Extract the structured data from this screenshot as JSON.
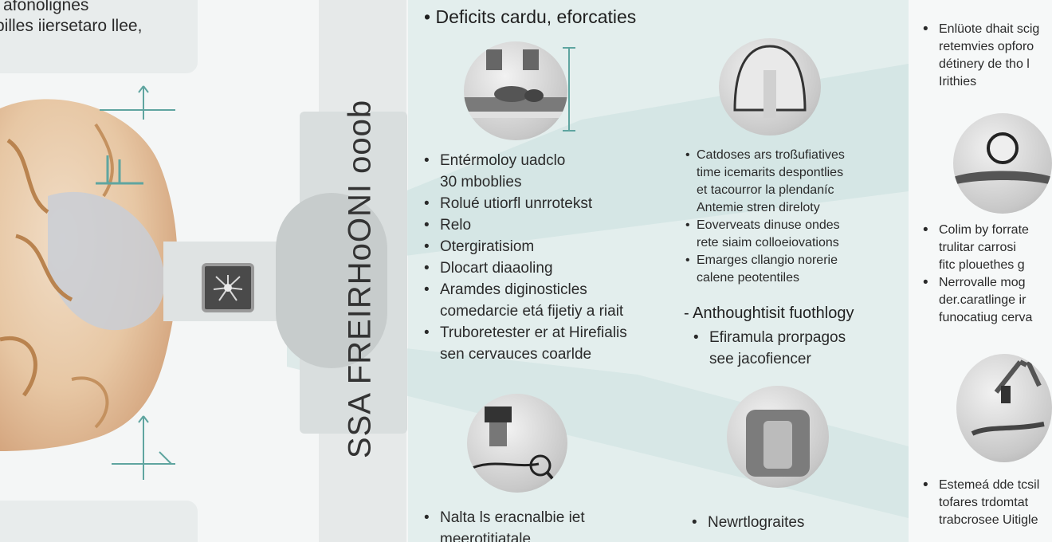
{
  "left": {
    "top_lines": [
      "afonolignes",
      "pilles iiersetaro llee,"
    ]
  },
  "banner": {
    "title": "SSA FREIRHoONI ooob"
  },
  "center": {
    "heading": "Deficits cardu, eforcaties",
    "col1_items": [
      {
        "bullet": true,
        "text": "Entérmoloy uadclo"
      },
      {
        "bullet": false,
        "text": "30 mboblies"
      },
      {
        "bullet": true,
        "text": "Rolué utiorfl unrrotekst"
      },
      {
        "bullet": true,
        "text": "Relo"
      },
      {
        "bullet": true,
        "text": "Otergiratisiom"
      },
      {
        "bullet": true,
        "text": "Dlocart diaaoling"
      },
      {
        "bullet": true,
        "text": "Aramdes diginosticles"
      },
      {
        "bullet": false,
        "text": "comedarcie etá fijetiy a riait"
      },
      {
        "bullet": true,
        "text": "Truboretester er at Hirefialis"
      },
      {
        "bullet": false,
        "text": "sen cervauces coarlde"
      }
    ],
    "col2_items": [
      {
        "bullet": true,
        "text": "Catdoses ars troßufiatives"
      },
      {
        "bullet": false,
        "text": "time icemarits despontlies"
      },
      {
        "bullet": false,
        "text": "et tacourror la plendaníc"
      },
      {
        "bullet": false,
        "text": "Antemie stren direloty"
      },
      {
        "bullet": true,
        "text": "Eoverveats dinuse ondes"
      },
      {
        "bullet": false,
        "text": "rete siaim colloeiovations"
      },
      {
        "bullet": true,
        "text": "Emarges cllangio norerie"
      },
      {
        "bullet": false,
        "text": "calene peotentiles"
      }
    ],
    "subheading": "Anthoughtisit fuothlogy",
    "sub_items": [
      {
        "bullet": true,
        "text": "Efiramula prorpagos"
      },
      {
        "bullet": false,
        "text": "see jacofiencer"
      }
    ],
    "bottom_left": [
      {
        "bullet": true,
        "text": "Nalta ls eracnalbie iet"
      },
      {
        "bullet": false,
        "text": "meerotitiatale"
      }
    ],
    "bottom_right": [
      {
        "bullet": true,
        "text": "Newrtlograites"
      }
    ]
  },
  "right": {
    "group1": [
      {
        "bullet": true,
        "text": "Enlüote dhait scig"
      },
      {
        "bullet": false,
        "text": "retemvies opforo"
      },
      {
        "bullet": false,
        "text": "détinery de tho l"
      },
      {
        "bullet": false,
        "text": "Irithies"
      }
    ],
    "group2": [
      {
        "bullet": true,
        "text": "Colim by forrate"
      },
      {
        "bullet": false,
        "text": "trulitar carrosi"
      },
      {
        "bullet": false,
        "text": "fitc plouethes g"
      },
      {
        "bullet": true,
        "text": "Nerrovalle mog"
      },
      {
        "bullet": false,
        "text": "der.caratlinge ir"
      },
      {
        "bullet": false,
        "text": "funocatiug cerva"
      }
    ],
    "group3": [
      {
        "bullet": true,
        "text": "Estemeá dde tcsil"
      },
      {
        "bullet": false,
        "text": "tofares trdomtat"
      },
      {
        "bullet": false,
        "text": "trabcrosee Uitigle"
      }
    ]
  }
}
